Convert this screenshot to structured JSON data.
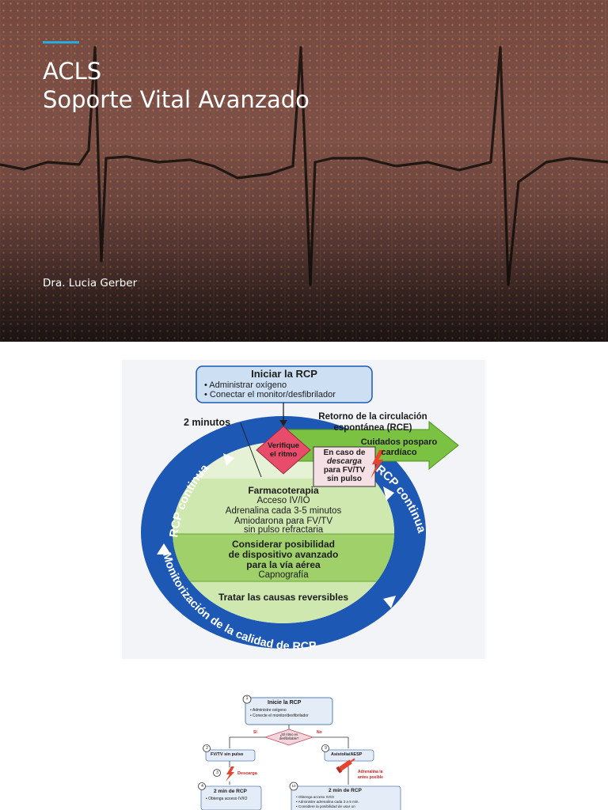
{
  "hero": {
    "title_line1": "ACLS",
    "title_line2": "Soporte Vital Avanzado",
    "author": "Dra. Lucia Gerber",
    "accent_color": "#27a9e1"
  },
  "cycle_diagram": {
    "start_box": {
      "title": "Iniciar la RCP",
      "bullets": [
        "• Administrar oxígeno",
        "• Conectar el monitor/desfibrilador"
      ]
    },
    "two_minutes": "2 minutos",
    "rce_label_line1": "Retorno de la circulación",
    "rce_label_line2": "espontánea (RCE)",
    "post_care_line1": "Cuidados posparo",
    "post_care_line2": "cardíaco",
    "check_rhythm_line1": "Verifique",
    "check_rhythm_line2": "el ritmo",
    "shock_box": [
      "En caso de",
      "descarga",
      "para FV/TV",
      "sin pulso"
    ],
    "ring_left": "RCP continua",
    "ring_right": "RCP continua",
    "ring_bottom": "Monitorización de la calidad de RCP",
    "pharma": {
      "title": "Farmacoterapia",
      "lines": [
        "Acceso IV/IO",
        "Adrenalina cada 3-5 minutos",
        "Amiodarona para FV/TV",
        "sin pulso refractaria"
      ]
    },
    "airway": {
      "lines": [
        "Considerar posibilidad",
        "de dispositivo avanzado",
        "para la vía aérea"
      ],
      "capno": "Capnografía"
    },
    "reversible": "Tratar las causas reversibles",
    "colors": {
      "ring": "#1d58b5",
      "arrow_green": "#7cc242",
      "diamond": "#e84c6a",
      "inner_green": "#cfe8b0",
      "inner_mid": "#9fd06a"
    }
  },
  "algorithm_diagram": {
    "step1_num": "1",
    "step1_title": "Inicie la RCP",
    "step1_bullets": [
      "• Administre oxígeno",
      "• Conecte el monitor/desfibrilador"
    ],
    "question": "¿El ritmo es desfibrilable?",
    "yes": "Sí",
    "no": "No",
    "step2_num": "2",
    "step2_label": "FV/TV sin pulso",
    "step9_num": "9",
    "step9_label": "Asistolia/AESP",
    "step3_num": "3",
    "step3_label": "Descarga",
    "adrenaline_line1": "Adrenalina la",
    "adrenaline_line2": "antes posible",
    "step4_num": "4",
    "step4_title": "2 min de RCP",
    "step4_bullets": [
      "• Obtenga acceso IV/IO"
    ],
    "step10_num": "10",
    "step10_title": "2 min de RCP",
    "step10_bullets": [
      "• Obtenga acceso IV/IO",
      "• Administre adrenalina cada 3 a 5 min.",
      "• Considere la posibilidad de usar un"
    ]
  }
}
